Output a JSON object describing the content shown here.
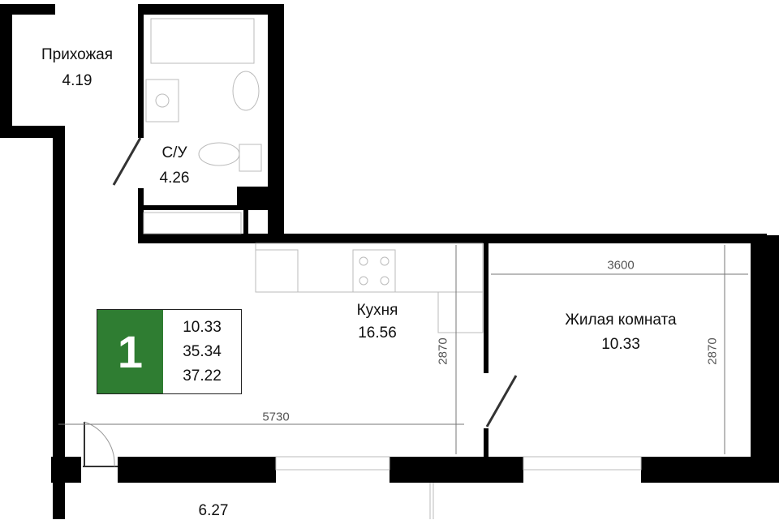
{
  "rooms": [
    {
      "name": "Прихожая",
      "area": "4.19"
    },
    {
      "name": "С/У",
      "area": "4.26"
    },
    {
      "name": "Кухня",
      "area": "16.56"
    },
    {
      "name": "Жилая комната",
      "area": "10.33"
    }
  ],
  "balcony_area": "6.27",
  "dimensions": {
    "room_width": "3600",
    "room_depth": "2870",
    "kitchen_depth": "2870",
    "kitchen_width": "5730"
  },
  "legend": {
    "rooms_count": "1",
    "living_area": "10.33",
    "total_area": "35.34",
    "total_with_balcony": "37.22",
    "color": "#2f7d32"
  }
}
